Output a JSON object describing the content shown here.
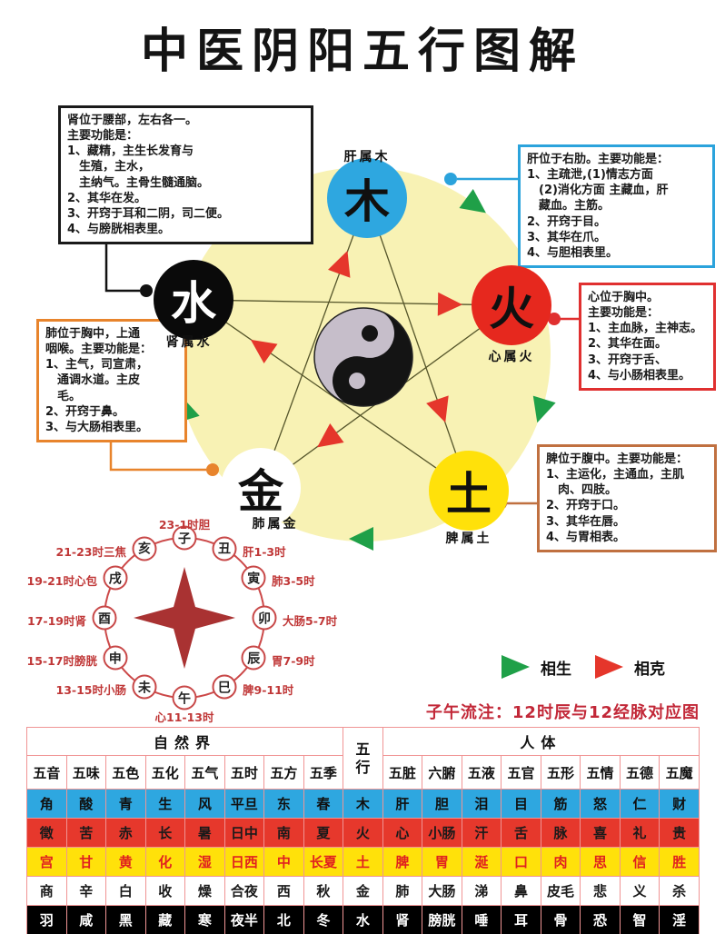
{
  "title": "中医阴阳五行图解",
  "colors": {
    "wood_blue": "#2EA7E0",
    "fire_red": "#E6281E",
    "earth_yellow": "#FFE10A",
    "metal_white": "#FFFFFF",
    "water_black": "#0A0A0A",
    "field_pale_yellow": "#F8F2B4",
    "sheng_green": "#1FA048",
    "ke_red": "#E5362B",
    "clock_red": "#C84848",
    "subtitle_red": "#C22838",
    "table_border_pink": "#F09494"
  },
  "organ_boxes": {
    "kidney": {
      "text": "肾位于腰部，左右各一。\n主要功能是：\n1、藏精，主生长发育与\n　生殖，主水，\n　主纳气。主骨生髓通脑。\n2、其华在发。\n3、开窍于耳和二阴，司二便。\n4、与膀胱相表里。"
    },
    "liver": {
      "text": "肝位于右肋。主要功能是：\n1、主疏泄,(1)情志方面\n　(2)消化方面 主藏血，肝\n　藏血。主筋。\n2、开窍于目。\n3、其华在爪。\n4、与胆相表里。"
    },
    "heart": {
      "text": "心位于胸中。\n主要功能是：\n1、主血脉，主神志。\n2、其华在面。\n3、开窍于舌、\n4、与小肠相表里。"
    },
    "lung": {
      "text": "肺位于胸中，上通\n咽喉。主要功能是：\n1、主气，司宣肃，\n　通调水道。主皮\n　毛。\n2、开窍于鼻。\n3、与大肠相表里。"
    },
    "spleen": {
      "text": "脾位于腹中。主要功能是：\n1、主运化，主通血，主肌\n　肉、四肢。\n2、开窍于口。\n3、其华在唇。\n4、与胃相表。"
    }
  },
  "elements": {
    "wood": {
      "char": "木",
      "label": "肝属木"
    },
    "fire": {
      "char": "火",
      "label": "心属火"
    },
    "earth": {
      "char": "土",
      "label": "脾属土"
    },
    "metal": {
      "char": "金",
      "label": "肺属金"
    },
    "water": {
      "char": "水",
      "label": "肾属水"
    }
  },
  "legend": {
    "sheng": "相生",
    "ke": "相克"
  },
  "subtitle": "子午流注：12时辰与12经脉对应图",
  "clock": {
    "items": [
      {
        "branch": "子",
        "label": "23-1时胆"
      },
      {
        "branch": "丑",
        "label": "肝1-3时"
      },
      {
        "branch": "寅",
        "label": "肺3-5时"
      },
      {
        "branch": "卯",
        "label": "大肠5-7时"
      },
      {
        "branch": "辰",
        "label": "胃7-9时"
      },
      {
        "branch": "巳",
        "label": "脾9-11时"
      },
      {
        "branch": "午",
        "label": "心11-13时"
      },
      {
        "branch": "未",
        "label": "13-15时小肠"
      },
      {
        "branch": "申",
        "label": "15-17时膀胱"
      },
      {
        "branch": "酉",
        "label": "17-19时肾"
      },
      {
        "branch": "戌",
        "label": "19-21时心包"
      },
      {
        "branch": "亥",
        "label": "21-23时三焦"
      }
    ]
  },
  "table": {
    "group_headers": {
      "nature": "自然界",
      "wuxing": "五行",
      "body": "人体"
    },
    "columns": [
      "五音",
      "五味",
      "五色",
      "五化",
      "五气",
      "五时",
      "五方",
      "五季",
      "五脏",
      "六腑",
      "五液",
      "五官",
      "五形",
      "五情",
      "五德",
      "五魔"
    ],
    "rows": [
      {
        "nature": [
          "角",
          "酸",
          "青",
          "生",
          "风",
          "平旦",
          "东",
          "春"
        ],
        "element": "木",
        "body": [
          "肝",
          "胆",
          "泪",
          "目",
          "筋",
          "怒",
          "仁",
          "财"
        ],
        "bg": "#2EA7E0",
        "fg": "#111111"
      },
      {
        "nature": [
          "徵",
          "苦",
          "赤",
          "长",
          "暑",
          "日中",
          "南",
          "夏"
        ],
        "element": "火",
        "body": [
          "心",
          "小肠",
          "汗",
          "舌",
          "脉",
          "喜",
          "礼",
          "贵"
        ],
        "bg": "#E6382C",
        "fg": "#1a1a1a"
      },
      {
        "nature": [
          "宫",
          "甘",
          "黄",
          "化",
          "湿",
          "日西",
          "中",
          "长夏"
        ],
        "element": "土",
        "body": [
          "脾",
          "胃",
          "涎",
          "口",
          "肉",
          "思",
          "信",
          "胜"
        ],
        "bg": "#FFE10A",
        "fg": "#E02020"
      },
      {
        "nature": [
          "商",
          "辛",
          "白",
          "收",
          "燥",
          "合夜",
          "西",
          "秋"
        ],
        "element": "金",
        "body": [
          "肺",
          "大肠",
          "涕",
          "鼻",
          "皮毛",
          "悲",
          "义",
          "杀"
        ],
        "bg": "#FFFFFF",
        "fg": "#1a1a1a"
      },
      {
        "nature": [
          "羽",
          "咸",
          "黑",
          "藏",
          "寒",
          "夜半",
          "北",
          "冬"
        ],
        "element": "水",
        "body": [
          "肾",
          "膀胱",
          "唾",
          "耳",
          "骨",
          "恐",
          "智",
          "淫"
        ],
        "bg": "#000000",
        "fg": "#FFFFFF"
      }
    ]
  }
}
